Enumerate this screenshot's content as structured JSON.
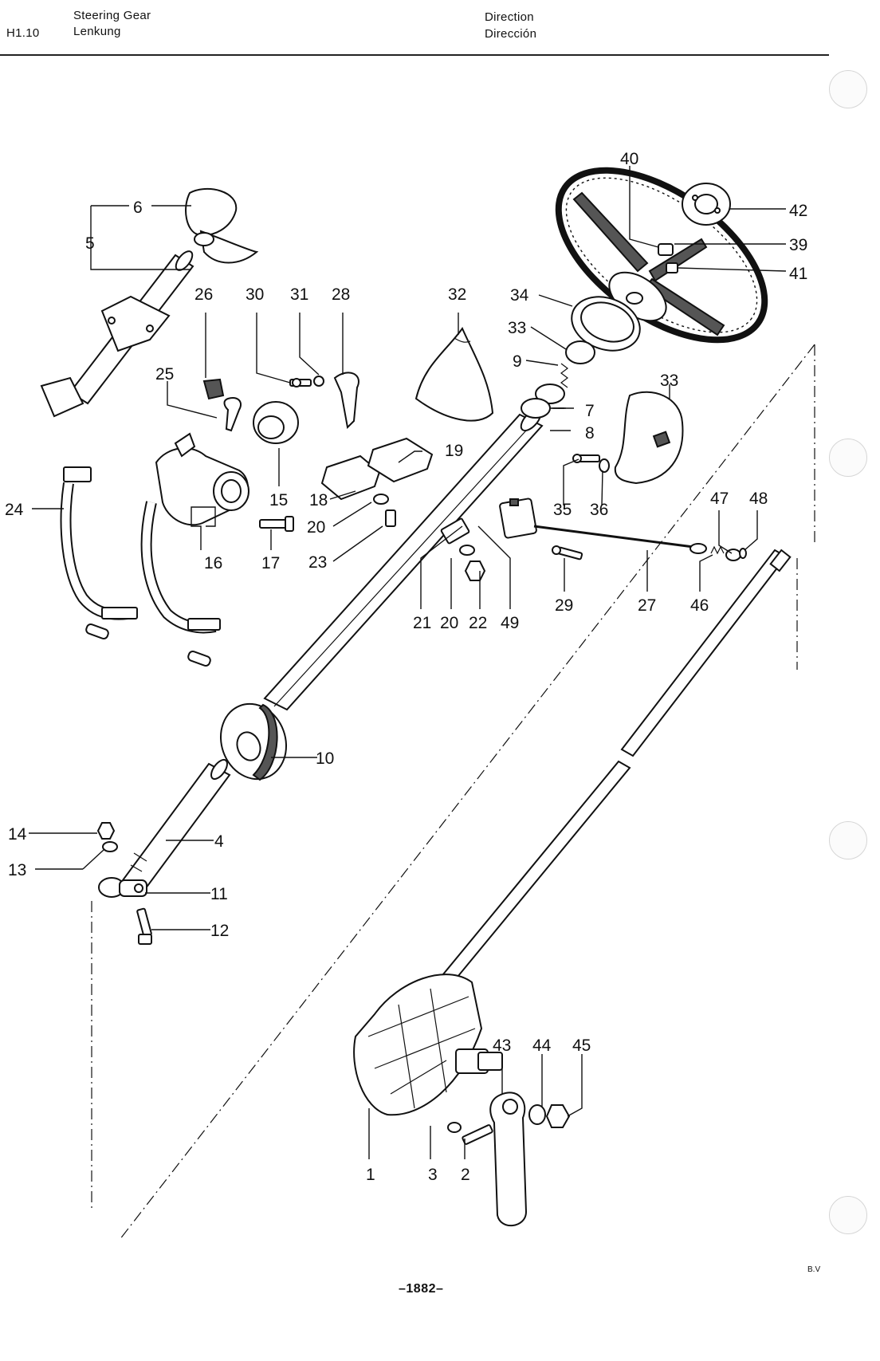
{
  "header": {
    "section_code": "H1.10",
    "title_en": "Steering Gear",
    "title_de": "Lenkung",
    "title_fr": "Direction",
    "title_es": "Dirección"
  },
  "footer": {
    "page_number": "–1882–",
    "edition_mark": "B.V"
  },
  "callouts": [
    "1",
    "2",
    "3",
    "4",
    "5",
    "6",
    "7",
    "8",
    "9",
    "10",
    "11",
    "12",
    "13",
    "14",
    "15",
    "16",
    "17",
    "18",
    "19",
    "20",
    "20",
    "21",
    "22",
    "23",
    "24",
    "25",
    "26",
    "27",
    "28",
    "29",
    "30",
    "31",
    "32",
    "33",
    "33",
    "34",
    "35",
    "36",
    "39",
    "40",
    "41",
    "42",
    "43",
    "44",
    "45",
    "46",
    "47",
    "48",
    "49"
  ]
}
